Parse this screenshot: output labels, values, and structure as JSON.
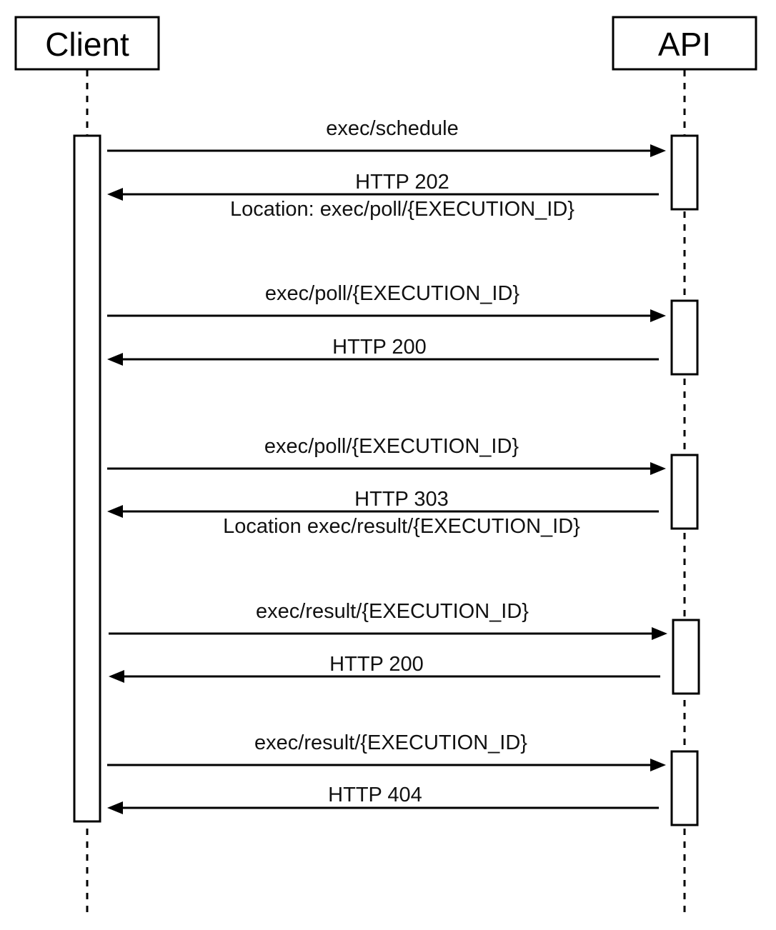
{
  "actors": {
    "client": "Client",
    "api": "API"
  },
  "messages": [
    {
      "label": "exec/schedule",
      "direction": "request"
    },
    {
      "label": "HTTP 202",
      "sublabel": "Location: exec/poll/{EXECUTION_ID}",
      "direction": "response"
    },
    {
      "label": "exec/poll/{EXECUTION_ID}",
      "direction": "request"
    },
    {
      "label": "HTTP 200",
      "direction": "response"
    },
    {
      "label": "exec/poll/{EXECUTION_ID}",
      "direction": "request"
    },
    {
      "label": "HTTP 303",
      "sublabel": "Location exec/result/{EXECUTION_ID}",
      "direction": "response"
    },
    {
      "label": "exec/result/{EXECUTION_ID}",
      "direction": "request"
    },
    {
      "label": "HTTP 200",
      "direction": "response"
    },
    {
      "label": "exec/result/{EXECUTION_ID}",
      "direction": "request"
    },
    {
      "label": "HTTP 404",
      "direction": "response"
    }
  ]
}
